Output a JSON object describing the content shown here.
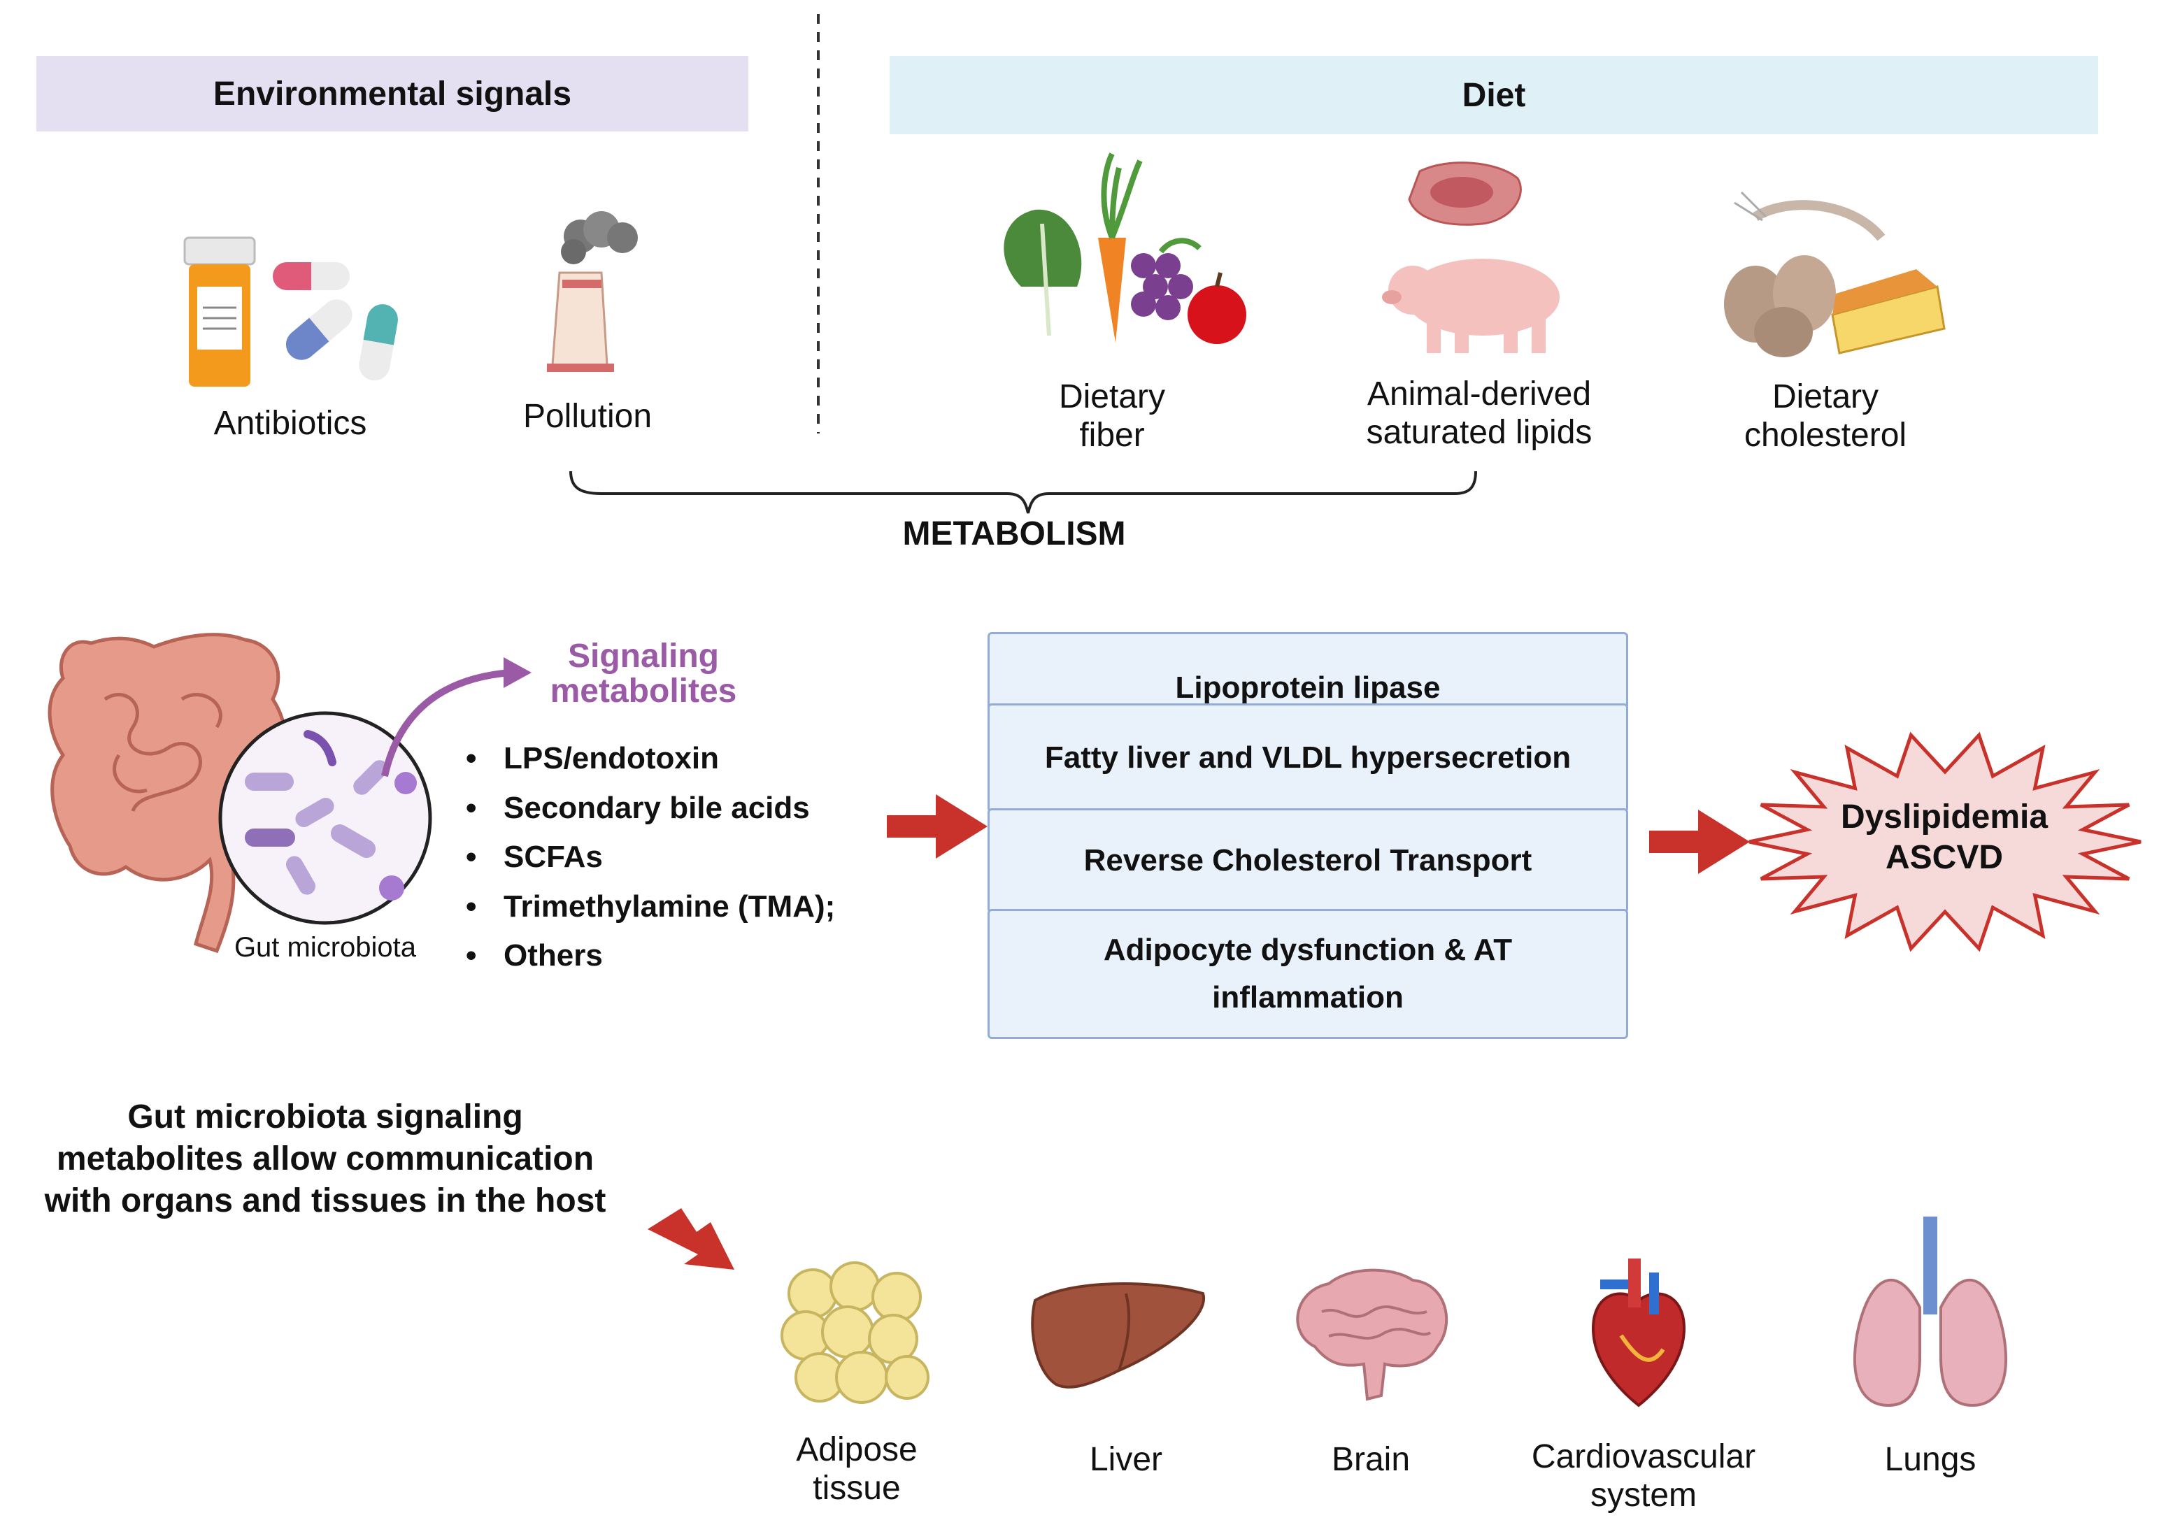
{
  "headers": {
    "environmental": "Environmental signals",
    "diet": "Diet"
  },
  "inputs": {
    "antibiotics": "Antibiotics",
    "pollution": "Pollution",
    "fiber_line1": "Dietary",
    "fiber_line2": "fiber",
    "lipids_line1": "Animal-derived",
    "lipids_line2": "saturated lipids",
    "cholesterol_line1": "Dietary",
    "cholesterol_line2": "cholesterol"
  },
  "metabolism": "METABOLISM",
  "gut": {
    "caption": "Gut microbiota",
    "signaling_line1": "Signaling",
    "signaling_line2": "metabolites",
    "metabolites": [
      "LPS/endotoxin",
      "Secondary bile acids",
      "SCFAs",
      "Trimethylamine (TMA);",
      "Others"
    ]
  },
  "mechanisms": [
    "Lipoprotein lipase",
    "Fatty liver and VLDL hypersecretion",
    "Reverse Cholesterol Transport",
    "Adipocyte dysfunction & AT inflammation"
  ],
  "outcome": {
    "line1": "Dyslipidemia",
    "line2": "ASCVD"
  },
  "communication": {
    "line1": "Gut microbiota signaling",
    "line2": "metabolites allow communication",
    "line3": "with organs and tissues in the host"
  },
  "organs": {
    "adipose_line1": "Adipose",
    "adipose_line2": "tissue",
    "liver": "Liver",
    "brain": "Brain",
    "cardio_line1": "Cardiovascular",
    "cardio_line2": "system",
    "lungs": "Lungs"
  },
  "colors": {
    "env_header": "#e4e0f1",
    "diet_header": "#dff0f6",
    "signaling_text": "#9a5aa6",
    "arrow_red": "#c8322b",
    "outcome_fill": "#f6d9d9",
    "outcome_stroke": "#c8322b"
  }
}
